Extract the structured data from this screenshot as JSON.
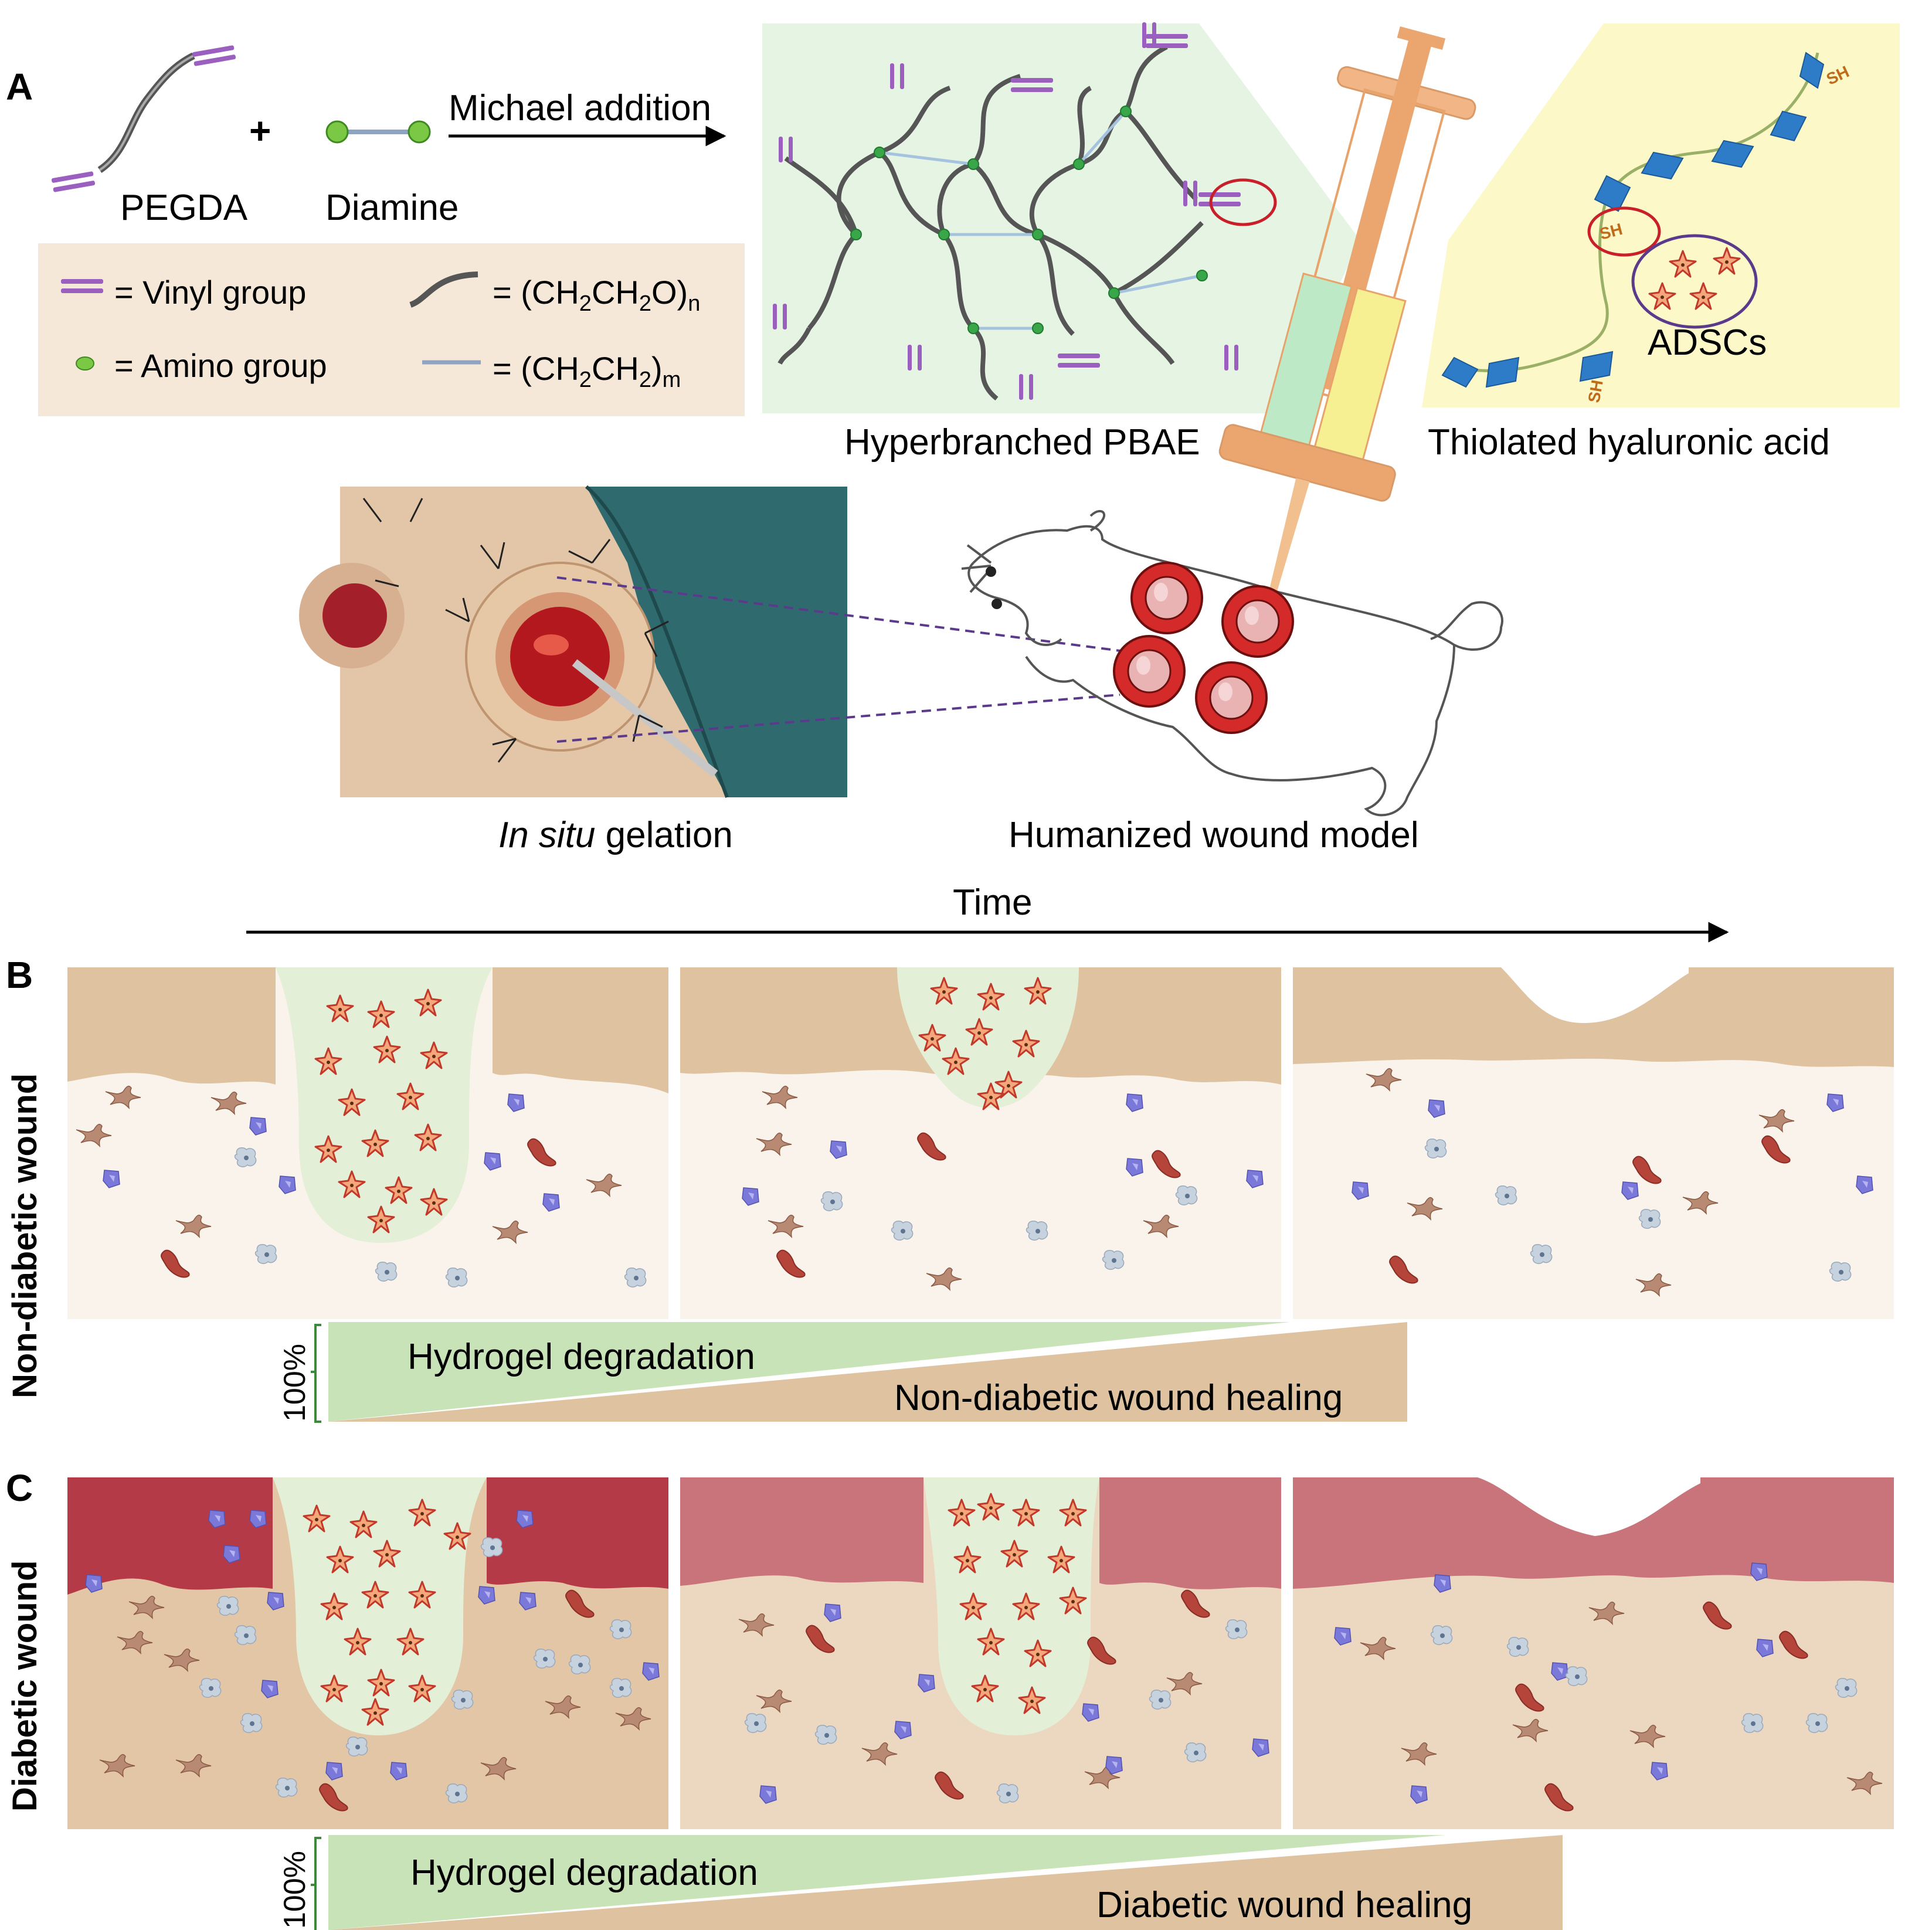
{
  "panel_a": {
    "label": "A",
    "reactant1": "PEGDA",
    "reactant2": "Diamine",
    "plus": "+",
    "reaction": "Michael addition",
    "legend": {
      "vinyl": "= Vinyl group",
      "amino": "= Amino group",
      "peg_prefix": "= (CH",
      "peg_sub1": "2",
      "peg_mid": "CH",
      "peg_sub2": "2",
      "peg_suffix": "O)",
      "peg_n": "n",
      "ethyl_prefix": "= (CH",
      "ethyl_sub1": "2",
      "ethyl_mid": "CH",
      "ethyl_sub2": "2",
      "ethyl_suffix": ")",
      "ethyl_m": "m"
    },
    "polymer_label": "Hyperbranched PBAE",
    "ha_label": "Thiolated hyaluronic acid",
    "sh_label": "SH",
    "adscs_label": "ADSCs",
    "photo_label_italic": "In situ",
    "photo_label_rest": " gelation",
    "model_label": "Humanized wound model"
  },
  "time_label": "Time",
  "panel_b": {
    "label": "B",
    "side_label": "Non-diabetic wound",
    "percent": "100%",
    "degradation": "Hydrogel degradation",
    "healing": "Non-diabetic wound healing"
  },
  "panel_c": {
    "label": "C",
    "side_label": "Diabetic wound",
    "percent": "100%",
    "degradation": "Hydrogel degradation",
    "healing": "Diabetic wound healing"
  },
  "colors": {
    "vinyl": "#9b5fc0",
    "amino": "#3aa64a",
    "hydrogel": "#e3efd6",
    "epidermis": "#dfc2a0",
    "dermis": "#faf3ec",
    "diabetic_epidermis": "#b53a48",
    "diabetic_epidermis_light": "#c9737b",
    "diabetic_dermis": "#e3c6a6",
    "diabetic_dermis_light": "#ecd8c0",
    "legend_bg": "#f5e8d8",
    "pbae_bg": "#e6f5e3",
    "ha_bg": "#fcf8c8",
    "wound_red": "#d42a2a",
    "cell_orange": "#e8743a"
  }
}
